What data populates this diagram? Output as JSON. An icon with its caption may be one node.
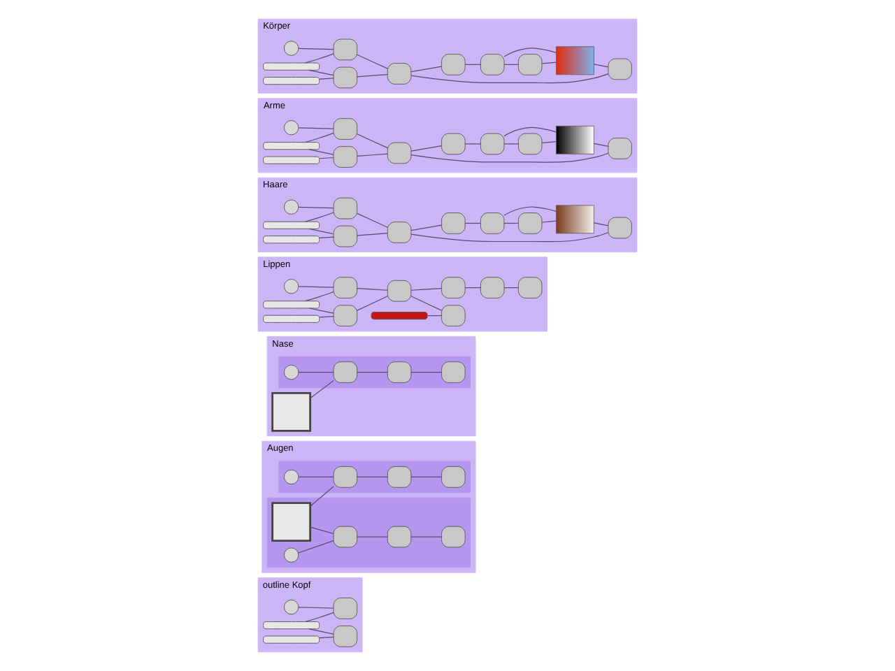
{
  "diagram": {
    "nodes": [
      {
        "text": [
          "outline Kopf"
        ]
      },
      {
        "text": [],
        "shape": "circle",
        "in": 0
      },
      {
        "text": [],
        "shape": "bar",
        "in": 0
      },
      {
        "text": [],
        "shape": "bar",
        "in": 0
      },
      {
        "text": [],
        "shape": "box",
        "in": 0
      },
      {
        "text": [],
        "shape": "box",
        "in": 0
      },
      {
        "text": [
          "Augen"
        ]
      },
      {
        "text": [],
        "shape": "band",
        "in": 6
      },
      {
        "text": [],
        "shape": "circle",
        "in": 7
      },
      {
        "text": [],
        "shape": "box",
        "in": 7
      },
      {
        "text": [],
        "shape": "box",
        "in": 7
      },
      {
        "text": [],
        "shape": "box",
        "in": 7
      },
      {
        "text": [],
        "shape": "band",
        "in": 6
      },
      {
        "text": [],
        "shape": "circle",
        "in": 12
      },
      {
        "text": [],
        "shape": "box",
        "in": 12
      },
      {
        "text": [],
        "shape": "box",
        "in": 12
      },
      {
        "text": [],
        "shape": "box",
        "in": 12
      },
      {
        "text": [],
        "shape": "square",
        "in": 12
      },
      {
        "text": [
          "Nase"
        ]
      },
      {
        "text": [],
        "shape": "band",
        "in": 18
      },
      {
        "text": [],
        "shape": "circle",
        "in": 19
      },
      {
        "text": [],
        "shape": "box",
        "in": 19
      },
      {
        "text": [],
        "shape": "box",
        "in": 19
      },
      {
        "text": [],
        "shape": "box",
        "in": 19
      },
      {
        "text": [],
        "shape": "square",
        "in": 18
      },
      {
        "text": [
          "Lippen"
        ]
      },
      {
        "text": [],
        "shape": "circle",
        "in": 25
      },
      {
        "text": [],
        "shape": "bar",
        "in": 25
      },
      {
        "text": [],
        "shape": "bar",
        "in": 25
      },
      {
        "text": [],
        "shape": "box",
        "in": 25
      },
      {
        "text": [],
        "shape": "box",
        "in": 25
      },
      {
        "text": [],
        "shape": "box",
        "in": 25
      },
      {
        "text": [],
        "shape": "box",
        "in": 25
      },
      {
        "text": [],
        "shape": "bar",
        "in": 25
      },
      {
        "text": [],
        "shape": "box",
        "in": 25
      },
      {
        "text": [],
        "shape": "box",
        "in": 25
      },
      {
        "text": [],
        "shape": "box",
        "in": 25
      },
      {
        "text": [
          "Haare"
        ]
      },
      {
        "text": [],
        "shape": "circle",
        "in": 37
      },
      {
        "text": [],
        "shape": "bar",
        "in": 37
      },
      {
        "text": [],
        "shape": "bar",
        "in": 37
      },
      {
        "text": [],
        "shape": "box",
        "in": 37
      },
      {
        "text": [],
        "shape": "box",
        "in": 37
      },
      {
        "text": [],
        "shape": "box",
        "in": 37
      },
      {
        "text": [],
        "shape": "box",
        "in": 37
      },
      {
        "text": [],
        "shape": "box",
        "in": 37
      },
      {
        "text": [],
        "shape": "box",
        "in": 37
      },
      {
        "text": [],
        "shape": "box",
        "in": 37
      },
      {
        "text": [],
        "shape": "picture",
        "in": 37
      },
      {
        "text": [
          "Arme"
        ]
      },
      {
        "text": [],
        "shape": "circle",
        "in": 49
      },
      {
        "text": [],
        "shape": "bar",
        "in": 49
      },
      {
        "text": [],
        "shape": "bar",
        "in": 49
      },
      {
        "text": [],
        "shape": "box",
        "in": 49
      },
      {
        "text": [],
        "shape": "box",
        "in": 49
      },
      {
        "text": [],
        "shape": "box",
        "in": 49
      },
      {
        "text": [],
        "shape": "box",
        "in": 49
      },
      {
        "text": [],
        "shape": "box",
        "in": 49
      },
      {
        "text": [],
        "shape": "box",
        "in": 49
      },
      {
        "text": [],
        "shape": "box",
        "in": 49
      },
      {
        "text": [],
        "shape": "picture",
        "in": 49
      },
      {
        "text": [
          "Körper"
        ]
      },
      {
        "text": [],
        "shape": "circle",
        "in": 61
      },
      {
        "text": [],
        "shape": "bar",
        "in": 61
      },
      {
        "text": [],
        "shape": "bar",
        "in": 61
      },
      {
        "text": [],
        "shape": "box",
        "in": 61
      },
      {
        "text": [],
        "shape": "box",
        "in": 61
      },
      {
        "text": [],
        "shape": "box",
        "in": 61
      },
      {
        "text": [],
        "shape": "box",
        "in": 61
      },
      {
        "text": [],
        "shape": "box",
        "in": 61
      },
      {
        "text": [],
        "shape": "box",
        "in": 61
      },
      {
        "text": [],
        "shape": "box",
        "in": 61
      },
      {
        "text": [],
        "shape": "picture",
        "in": 61
      }
    ],
    "edges": [
      {
        "from": 1,
        "to": 4,
        "arrow": "none"
      },
      {
        "from": 2,
        "to": 4,
        "arrow": "none"
      },
      {
        "from": 2,
        "to": 5,
        "arrow": "none"
      },
      {
        "from": 3,
        "to": 5,
        "arrow": "none"
      },
      {
        "from": 8,
        "to": 9,
        "arrow": "none"
      },
      {
        "from": 9,
        "to": 10,
        "arrow": "none"
      },
      {
        "from": 10,
        "to": 11,
        "arrow": "none"
      },
      {
        "from": 13,
        "to": 14,
        "arrow": "none"
      },
      {
        "from": 14,
        "to": 15,
        "arrow": "none"
      },
      {
        "from": 15,
        "to": 16,
        "arrow": "none"
      },
      {
        "from": 17,
        "to": 9,
        "arrow": "none"
      },
      {
        "from": 17,
        "to": 14,
        "arrow": "none"
      },
      {
        "from": 20,
        "to": 21,
        "arrow": "none"
      },
      {
        "from": 21,
        "to": 22,
        "arrow": "none"
      },
      {
        "from": 22,
        "to": 23,
        "arrow": "none"
      },
      {
        "from": 24,
        "to": 21,
        "arrow": "none"
      },
      {
        "from": 26,
        "to": 29,
        "arrow": "none"
      },
      {
        "from": 27,
        "to": 29,
        "arrow": "none"
      },
      {
        "from": 27,
        "to": 30,
        "arrow": "none"
      },
      {
        "from": 28,
        "to": 30,
        "arrow": "none"
      },
      {
        "from": 29,
        "to": 31,
        "arrow": "none"
      },
      {
        "from": 30,
        "to": 31,
        "arrow": "none"
      },
      {
        "from": 31,
        "to": 32,
        "arrow": "none"
      },
      {
        "from": 33,
        "to": 32,
        "arrow": "none"
      },
      {
        "from": 31,
        "to": 34,
        "arrow": "none"
      },
      {
        "from": 34,
        "to": 35,
        "arrow": "none"
      },
      {
        "from": 35,
        "to": 36,
        "arrow": "none"
      },
      {
        "from": 38,
        "to": 41,
        "arrow": "none"
      },
      {
        "from": 39,
        "to": 41,
        "arrow": "none"
      },
      {
        "from": 39,
        "to": 42,
        "arrow": "none"
      },
      {
        "from": 40,
        "to": 42,
        "arrow": "none"
      },
      {
        "from": 41,
        "to": 43,
        "arrow": "none"
      },
      {
        "from": 42,
        "to": 43,
        "arrow": "none"
      },
      {
        "from": 43,
        "to": 44,
        "arrow": "none"
      },
      {
        "from": 43,
        "to": 45,
        "arrow": "none"
      },
      {
        "from": 45,
        "to": 46,
        "arrow": "none"
      },
      {
        "from": 46,
        "to": 47,
        "arrow": "none"
      },
      {
        "from": 46,
        "to": 48,
        "arrow": "none"
      },
      {
        "from": 47,
        "to": 48,
        "arrow": "none"
      },
      {
        "from": 48,
        "to": 44,
        "arrow": "none"
      },
      {
        "from": 50,
        "to": 53,
        "arrow": "none"
      },
      {
        "from": 51,
        "to": 53,
        "arrow": "none"
      },
      {
        "from": 51,
        "to": 54,
        "arrow": "none"
      },
      {
        "from": 52,
        "to": 54,
        "arrow": "none"
      },
      {
        "from": 53,
        "to": 55,
        "arrow": "none"
      },
      {
        "from": 54,
        "to": 55,
        "arrow": "none"
      },
      {
        "from": 55,
        "to": 56,
        "arrow": "none"
      },
      {
        "from": 55,
        "to": 57,
        "arrow": "none"
      },
      {
        "from": 57,
        "to": 58,
        "arrow": "none"
      },
      {
        "from": 58,
        "to": 59,
        "arrow": "none"
      },
      {
        "from": 58,
        "to": 60,
        "arrow": "none"
      },
      {
        "from": 59,
        "to": 60,
        "arrow": "none"
      },
      {
        "from": 60,
        "to": 56,
        "arrow": "none"
      },
      {
        "from": 62,
        "to": 65,
        "arrow": "none"
      },
      {
        "from": 63,
        "to": 65,
        "arrow": "none"
      },
      {
        "from": 63,
        "to": 66,
        "arrow": "none"
      },
      {
        "from": 64,
        "to": 66,
        "arrow": "none"
      },
      {
        "from": 65,
        "to": 67,
        "arrow": "none"
      },
      {
        "from": 66,
        "to": 67,
        "arrow": "none"
      },
      {
        "from": 67,
        "to": 68,
        "arrow": "none"
      },
      {
        "from": 67,
        "to": 69,
        "arrow": "none"
      },
      {
        "from": 69,
        "to": 70,
        "arrow": "none"
      },
      {
        "from": 70,
        "to": 71,
        "arrow": "none"
      },
      {
        "from": 70,
        "to": 72,
        "arrow": "none"
      },
      {
        "from": 71,
        "to": 72,
        "arrow": "none"
      },
      {
        "from": 72,
        "to": 68,
        "arrow": "none"
      }
    ]
  }
}
